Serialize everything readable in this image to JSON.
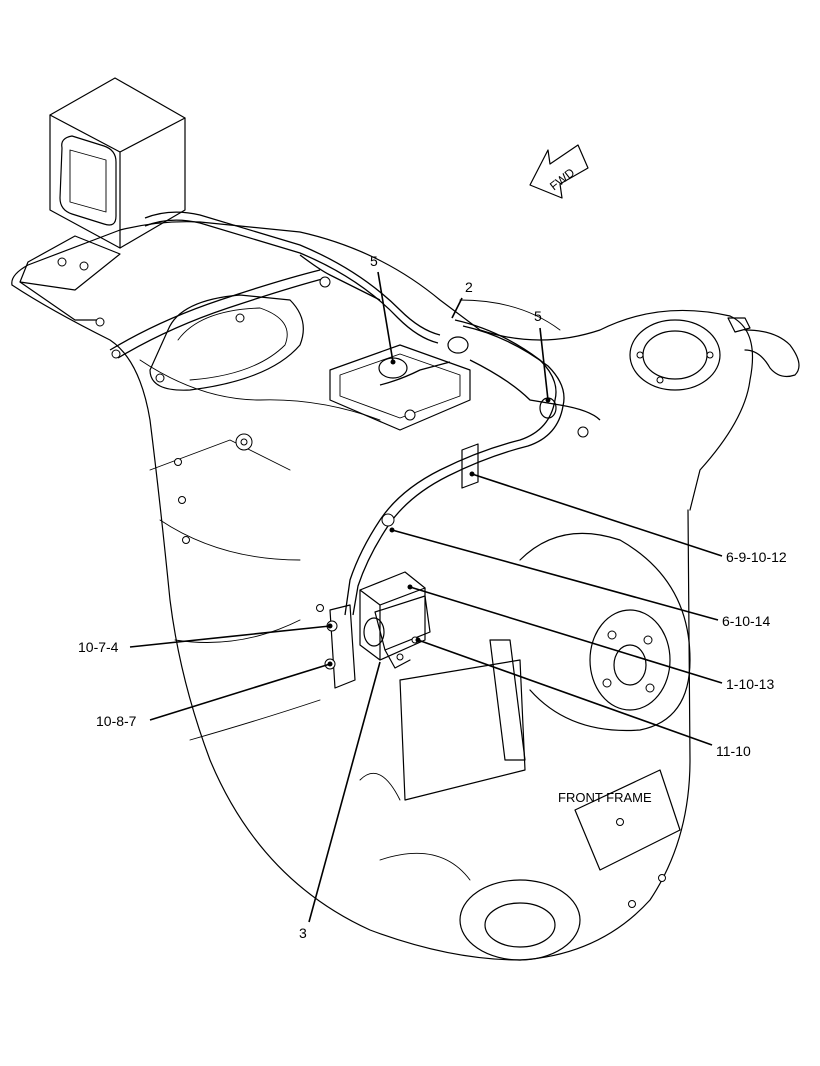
{
  "fwd_arrow": {
    "label": "FWD",
    "icon": "forward-direction-arrow-icon"
  },
  "note": "FRONT FRAME",
  "callouts": [
    {
      "id": "c1",
      "label": "5"
    },
    {
      "id": "c2",
      "label": "2"
    },
    {
      "id": "c3",
      "label": "5"
    },
    {
      "id": "c4",
      "label": "6-9-10-12"
    },
    {
      "id": "c5",
      "label": "6-10-14"
    },
    {
      "id": "c6",
      "label": "10-7-4"
    },
    {
      "id": "c7",
      "label": "1-10-13"
    },
    {
      "id": "c8",
      "label": "10-8-7"
    },
    {
      "id": "c9",
      "label": "11-10"
    },
    {
      "id": "c10",
      "label": "3"
    }
  ]
}
